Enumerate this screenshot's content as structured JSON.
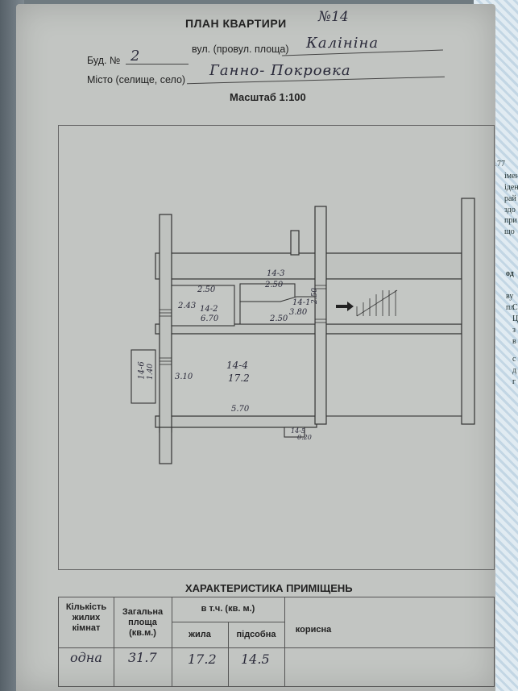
{
  "header": {
    "title": "ПЛАН КВАРТИРИ",
    "apartment_no": "№14",
    "building_label": "Буд. №",
    "building_value": "2",
    "street_label": "вул. (провул. площа)",
    "street_value": "Калініна",
    "city_label": "Місто (селище, село)",
    "city_value": "Ганно- Покровка"
  },
  "scale": "Масштаб 1:100",
  "plan": {
    "rooms": [
      {
        "id": "14-2",
        "area": "6.70"
      },
      {
        "id": "14-3",
        "area": "2.50"
      },
      {
        "id": "14-1",
        "area": "3.80"
      },
      {
        "id": "14-4",
        "area": "17.2"
      },
      {
        "id": "14-6",
        "area": "1.40"
      },
      {
        "id": "14-5",
        "area": "0.20"
      }
    ],
    "dims": {
      "d250a": "2.50",
      "d243": "2.43",
      "d250b": "2.50",
      "d310": "3.10",
      "d570": "5.70",
      "d250c": "2.50"
    }
  },
  "table": {
    "title": "ХАРАКТЕРИСТИКА ПРИМІЩЕНЬ",
    "col_rooms": "Кількість жилих кімнат",
    "col_total": "Загальна площа (кв.м.)",
    "col_incl": "в т.ч. (кв. м.)",
    "col_living": "жила",
    "col_aux": "підсобна",
    "col_useful": "корисна",
    "row": {
      "rooms": "одна",
      "total": "31.7",
      "living": "17.2",
      "aux": "14.5",
      "useful": ""
    }
  },
  "side_fragments": [
    "177",
    "імен",
    "іден",
    "рай",
    "здо",
    "при",
    "що",
    "од",
    "ву",
    "пл",
    "С",
    "Ц",
    "з",
    "в",
    "с",
    "д",
    "г"
  ]
}
